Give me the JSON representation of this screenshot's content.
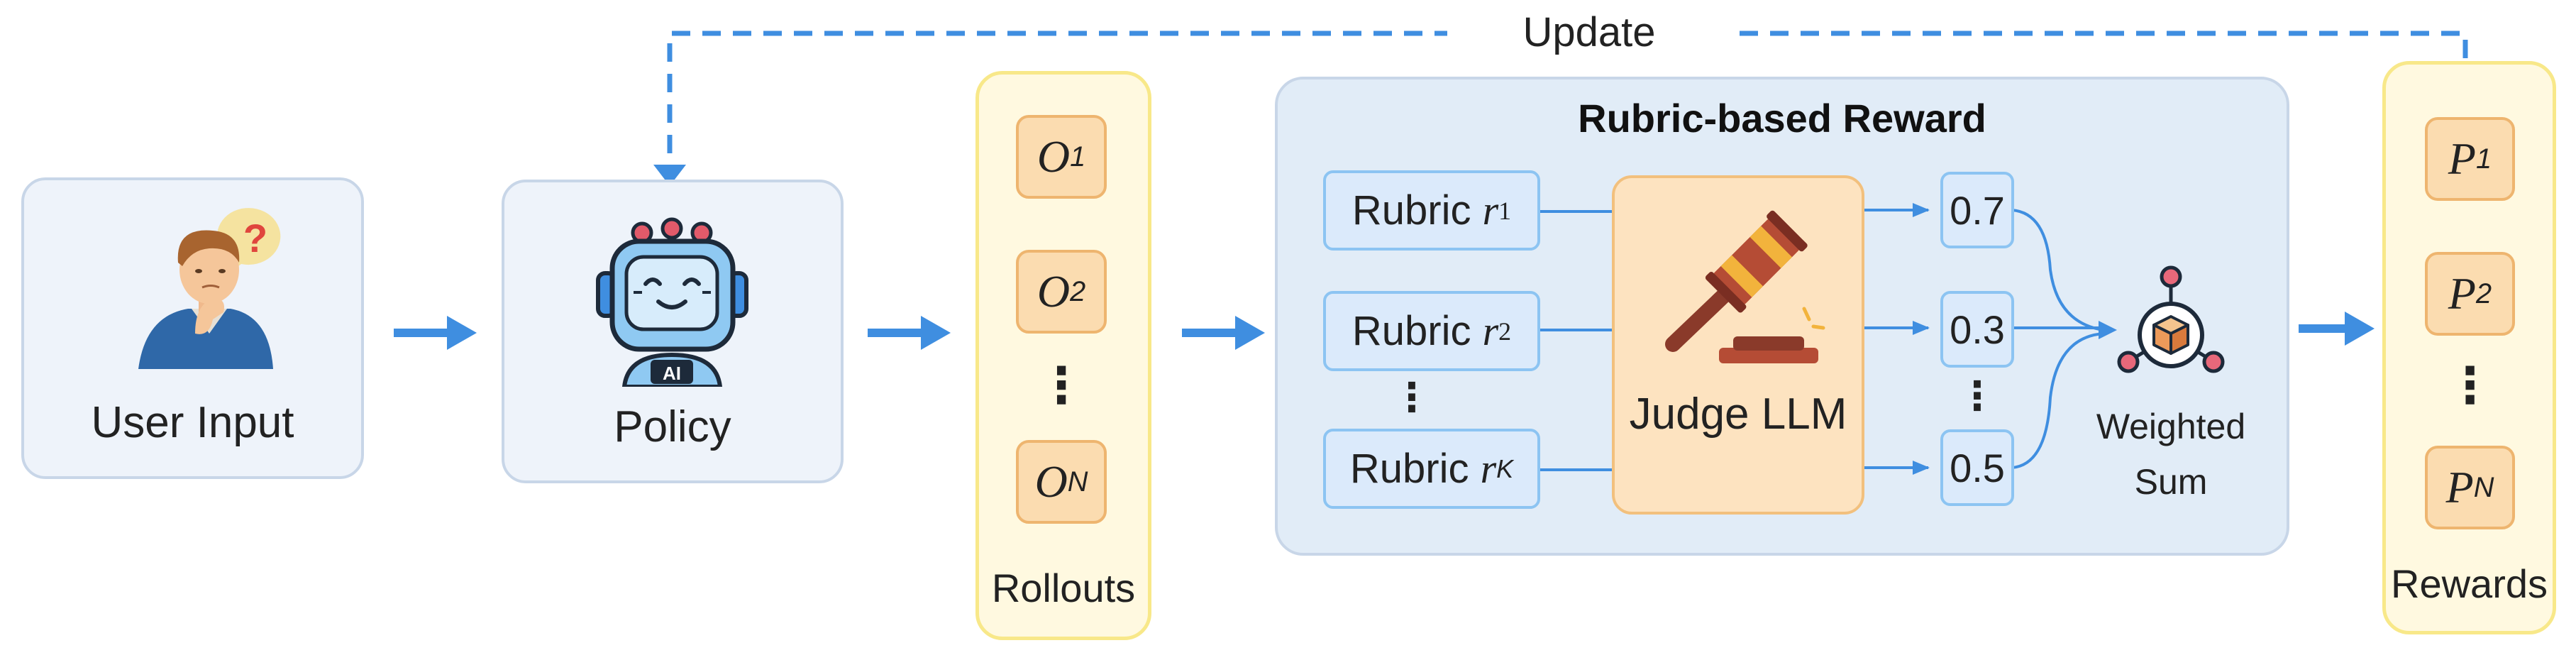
{
  "update_label": "Update",
  "user_input_label": "User Input",
  "policy_label": "Policy",
  "rollouts": {
    "label": "Rollouts",
    "items": [
      {
        "base": "O",
        "sub": "1"
      },
      {
        "base": "O",
        "sub": "2"
      },
      {
        "base": "O",
        "sub": "N"
      }
    ],
    "ellipsis": "⋮"
  },
  "reward_panel": {
    "title": "Rubric-based Reward",
    "rubrics": [
      {
        "text": "Rubric ",
        "var": "r",
        "sub": "1"
      },
      {
        "text": "Rubric ",
        "var": "r",
        "sub": "2"
      },
      {
        "text": "Rubric ",
        "var": "r",
        "sub": "K"
      }
    ],
    "rubric_ellipsis": "⋮",
    "judge_label": "Judge LLM",
    "scores": [
      "0.7",
      "0.3",
      "0.5"
    ],
    "score_ellipsis": "⋮",
    "weighted_line1": "Weighted",
    "weighted_line2": "Sum"
  },
  "rewards": {
    "label": "Rewards",
    "items": [
      {
        "base": "P",
        "sub": "1"
      },
      {
        "base": "P",
        "sub": "2"
      },
      {
        "base": "P",
        "sub": "N"
      }
    ],
    "ellipsis": "⋮"
  },
  "colors": {
    "arrow_blue": "#3f8ee0",
    "panel_blue": "#e1ecf7",
    "yellow_fill": "#fff9e0",
    "yellow_border": "#f8e889",
    "orange_fill": "#fbdcb0",
    "orange_border": "#eeb56f"
  },
  "icons": {
    "user": "thinking-person-icon",
    "policy": "ai-robot-icon",
    "judge": "gavel-icon",
    "weighted_sum": "network-cube-icon"
  }
}
